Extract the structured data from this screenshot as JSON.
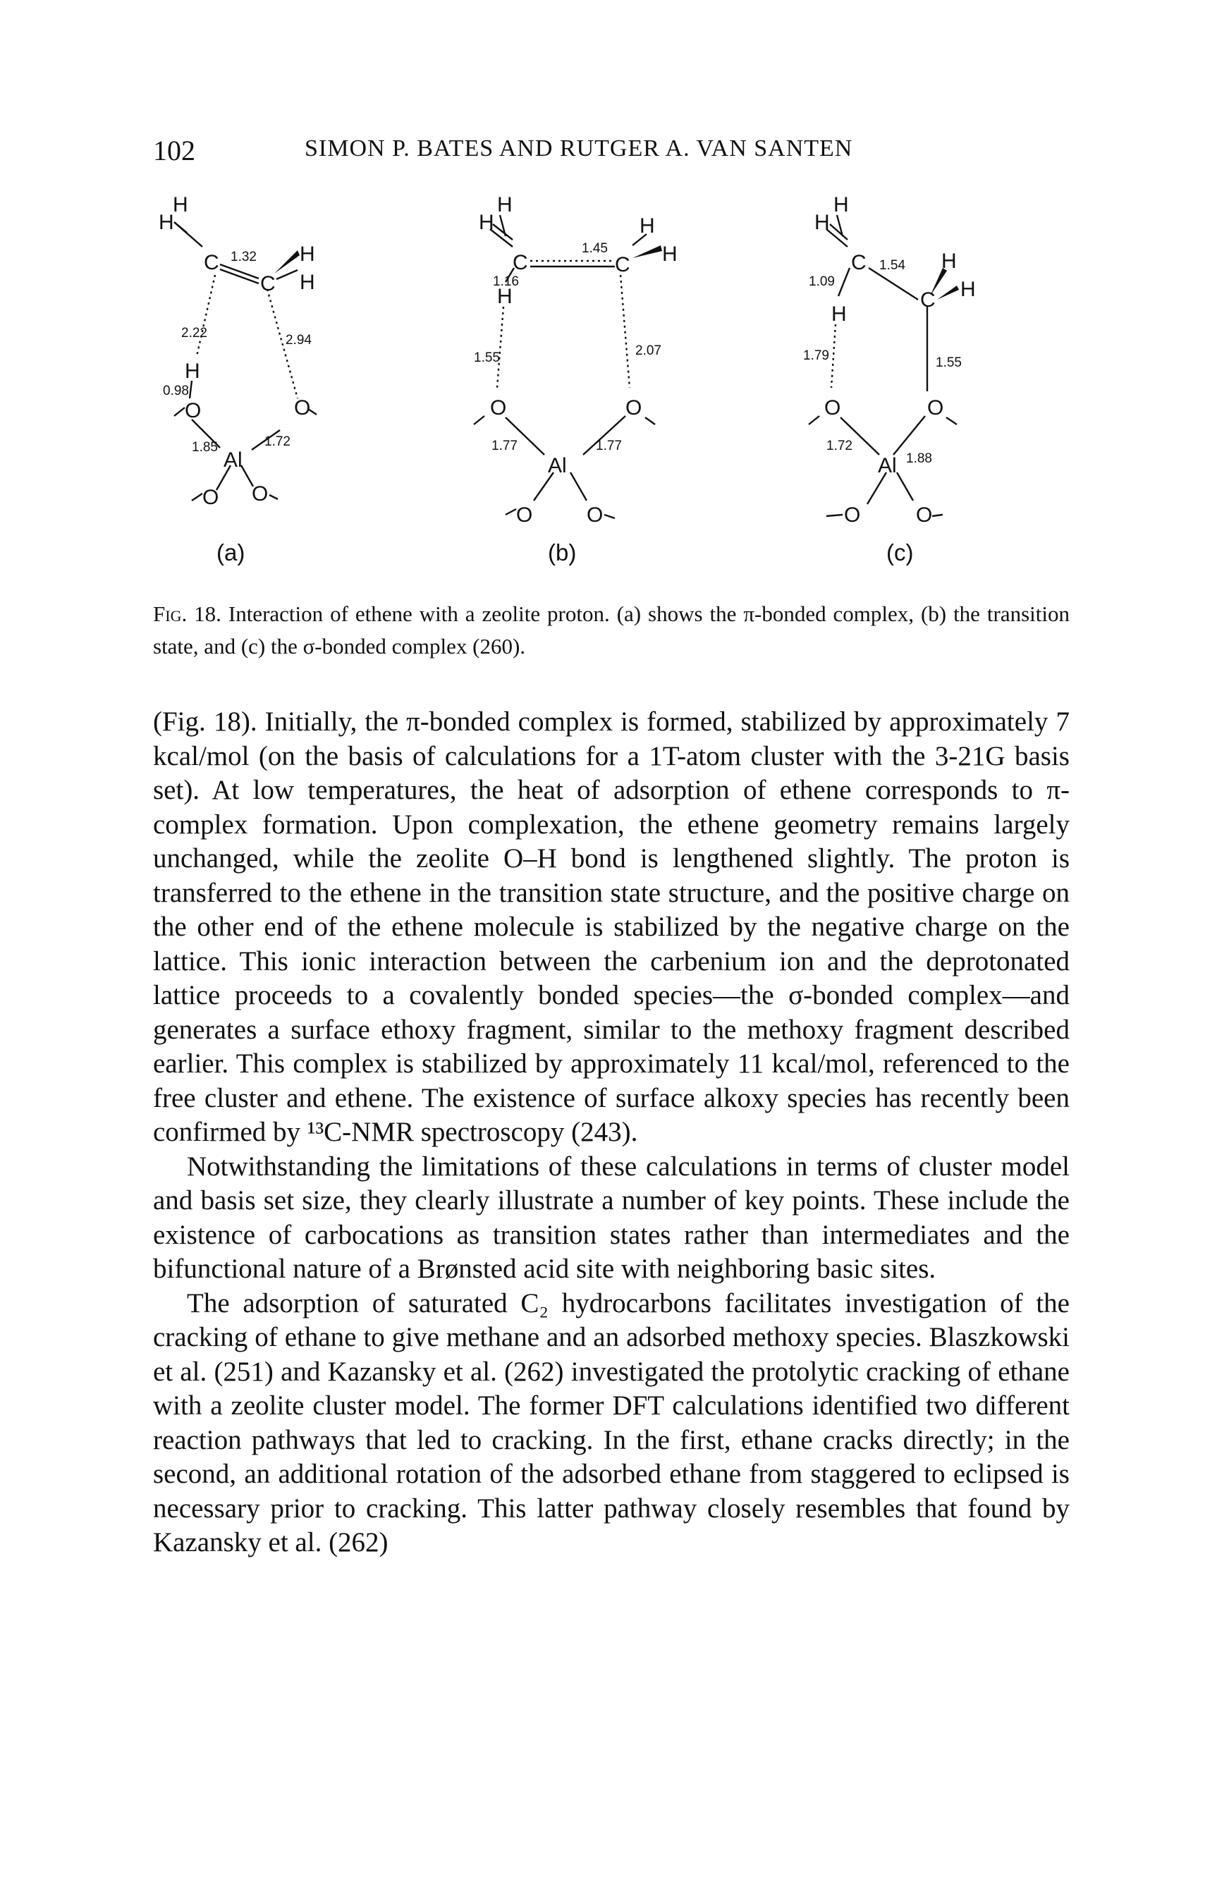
{
  "header": {
    "page_number": "102",
    "running_head": "SIMON P. BATES AND RUTGER A. VAN SANTEN"
  },
  "figure": {
    "atoms": {
      "H": "H",
      "C": "C",
      "O": "O",
      "Al": "Al"
    },
    "panels": [
      {
        "label": "(a)",
        "distances": [
          "1.32",
          "2.22",
          "2.94",
          "0.98",
          "1.85",
          "1.72"
        ]
      },
      {
        "label": "(b)",
        "distances": [
          "1.45",
          "1.16",
          "1.55",
          "2.07",
          "1.77",
          "1.77"
        ]
      },
      {
        "label": "(c)",
        "distances": [
          "1.54",
          "1.09",
          "1.79",
          "1.55",
          "1.72",
          "1.88"
        ]
      }
    ]
  },
  "caption": {
    "label": "Fig. 18.",
    "text": "Interaction of ethene with a zeolite proton. (a) shows the π-bonded complex, (b) the transition state, and (c) the σ-bonded complex (260)."
  },
  "paragraphs": [
    "(Fig. 18). Initially, the π-bonded complex is formed, stabilized by approximately 7 kcal/mol (on the basis of calculations for a 1T-atom cluster with the 3-21G basis set). At low temperatures, the heat of adsorption of ethene corresponds to π-complex formation. Upon complexation, the ethene geometry remains largely unchanged, while the zeolite O–H bond is lengthened slightly. The proton is transferred to the ethene in the transition state structure, and the positive charge on the other end of the ethene molecule is stabilized by the negative charge on the lattice. This ionic interaction between the carbenium ion and the deprotonated lattice proceeds to a covalently bonded species—the σ-bonded complex—and generates a surface ethoxy fragment, similar to the methoxy fragment described earlier. This complex is stabilized by approximately 11 kcal/mol, referenced to the free cluster and ethene. The existence of surface alkoxy species has recently been confirmed by ¹³C-NMR spectroscopy (243).",
    "Notwithstanding the limitations of these calculations in terms of cluster model and basis set size, they clearly illustrate a number of key points. These include the existence of carbocations as transition states rather than intermediates and the bifunctional nature of a Brønsted acid site with neighboring basic sites.",
    "The adsorption of saturated C₂ hydrocarbons facilitates investigation of the cracking of ethane to give methane and an adsorbed methoxy species. Blaszkowski et al. (251) and Kazansky et al. (262) investigated the protolytic cracking of ethane with a zeolite cluster model. The former DFT calculations identified two different reaction pathways that led to cracking. In the first, ethane cracks directly; in the second, an additional rotation of the adsorbed ethane from staggered to eclipsed is necessary prior to cracking. This latter pathway closely resembles that found by Kazansky et al. (262)"
  ]
}
